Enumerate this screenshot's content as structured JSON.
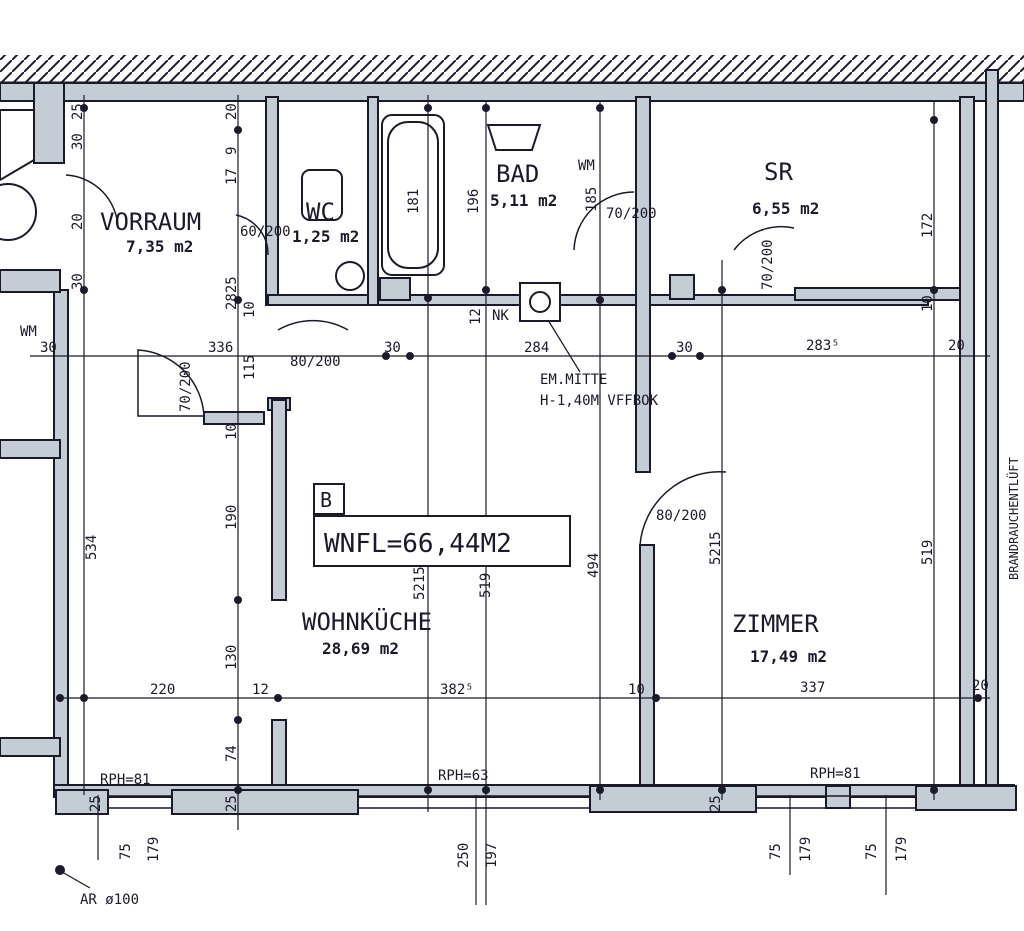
{
  "rooms": [
    {
      "key": "vorraum",
      "name": "VORRAUM",
      "area": "7,35 m2"
    },
    {
      "key": "wc",
      "name": "WC",
      "area": "1,25 m2"
    },
    {
      "key": "bad",
      "name": "BAD",
      "area": "5,11 m2"
    },
    {
      "key": "sr",
      "name": "SR",
      "area": "6,55 m2"
    },
    {
      "key": "wohnkueche",
      "name": "WOHNKÜCHE",
      "area": "28,69 m2"
    },
    {
      "key": "zimmer",
      "name": "ZIMMER",
      "area": "17,49 m2"
    }
  ],
  "unit_label": "B",
  "total_area": "WNFL=66,44M2",
  "fixture_labels": {
    "wm_bad": "WM",
    "wm_left": "WM",
    "nk": "NK"
  },
  "notes": {
    "em_line1": "EM.MITTE",
    "em_line2": "H-1,40M VFFBOK",
    "ar": "AR ø100",
    "side": "BRANDRAUCHENTLÜFT"
  },
  "window_labels": [
    "RPH=81",
    "RPH=63",
    "RPH=81"
  ],
  "dimensions": {
    "horizontal": [
      "336",
      "30",
      "284",
      "30",
      "283⁵",
      "20",
      "220",
      "12",
      "382⁵",
      "10",
      "337",
      "20",
      "30"
    ],
    "door_sizes": [
      "60/200",
      "70/200",
      "70/200",
      "80/200",
      "70/200",
      "80/200"
    ],
    "vertical": [
      "25",
      "30",
      "20",
      "30",
      "9",
      "20",
      "17",
      "2825",
      "10",
      "115",
      "10",
      "190",
      "130",
      "74",
      "25",
      "534",
      "181",
      "196",
      "185",
      "12",
      "5215",
      "519",
      "494",
      "5215",
      "519",
      "172",
      "10",
      "75",
      "179",
      "250",
      "197",
      "75",
      "179",
      "75",
      "179",
      "25",
      "25"
    ]
  },
  "colors": {
    "line": "#1a1a2a",
    "wall_fill": "#c4ccd6",
    "paper": "#ffffff"
  }
}
